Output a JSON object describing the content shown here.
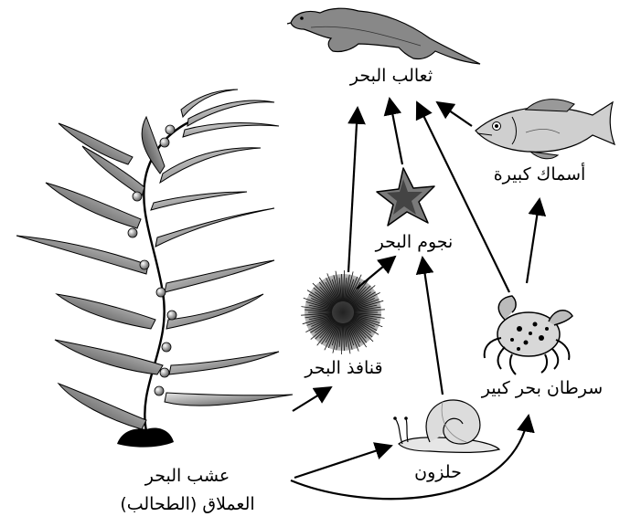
{
  "organisms": {
    "sea_otters": "ثعالب البحر",
    "large_fish": "أسماك كبيرة",
    "sea_stars": "نجوم البحر",
    "sea_urchins": "قنافذ البحر",
    "large_crabs": "سرطان بحر كبير",
    "snails": "حلزون",
    "giant_kelp_line1": "عشب البحر",
    "giant_kelp_line2": "العملاق (الطحالب)"
  },
  "arrows": [
    {
      "from": "giant_kelp",
      "to": "sea_urchins"
    },
    {
      "from": "giant_kelp",
      "to": "snails"
    },
    {
      "from": "giant_kelp",
      "to": "large_crabs"
    },
    {
      "from": "sea_urchins",
      "to": "sea_otters"
    },
    {
      "from": "sea_urchins",
      "to": "sea_stars"
    },
    {
      "from": "snails",
      "to": "sea_stars"
    },
    {
      "from": "sea_stars",
      "to": "sea_otters"
    },
    {
      "from": "large_crabs",
      "to": "sea_otters"
    },
    {
      "from": "large_crabs",
      "to": "large_fish"
    },
    {
      "from": "large_fish",
      "to": "sea_otters"
    }
  ],
  "icons": [
    "otter-icon",
    "fish-icon",
    "starfish-icon",
    "urchin-icon",
    "crab-icon",
    "snail-icon",
    "kelp-icon"
  ]
}
